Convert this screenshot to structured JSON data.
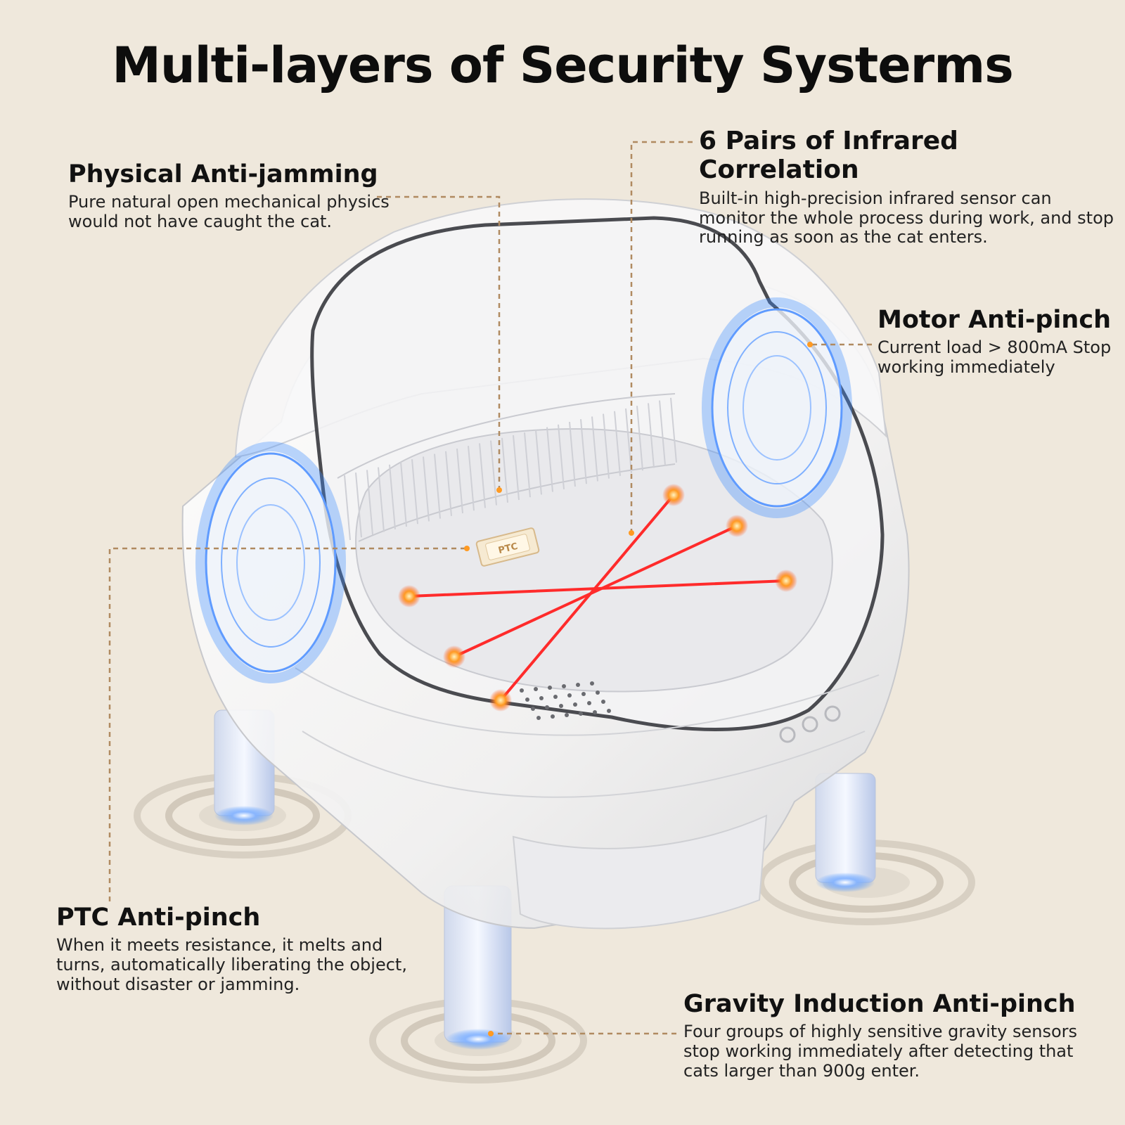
{
  "title": "Multi-layers of Security Systerms",
  "badge": "PTC",
  "callouts": {
    "physical": {
      "heading": "Physical Anti-jamming",
      "body": "Pure natural open mechanical physics would not have caught the cat."
    },
    "infrared": {
      "heading": "6 Pairs of Infrared Correlation",
      "body": "Built-in high-precision infrared sensor can monitor the whole process during work, and stop running as soon as the cat enters."
    },
    "motor": {
      "heading": "Motor Anti-pinch",
      "body": "Current load > 800mA Stop working immediately"
    },
    "ptc": {
      "heading": "PTC Anti-pinch",
      "body": "When it meets resistance, it melts and turns, automatically liberating the object, without disaster or jamming."
    },
    "gravity": {
      "heading": "Gravity Induction Anti-pinch",
      "body": "Four groups of highly sensitive gravity sensors stop working immediately after detecting that cats larger than 900g enter."
    }
  },
  "colors": {
    "background": "#efe8dc",
    "leader_line": "#b08a60",
    "laser": "#ff2b2b",
    "emitter": "#ff8a1f",
    "glow_blue": "#3d8cff",
    "shell": "#ffffff"
  }
}
